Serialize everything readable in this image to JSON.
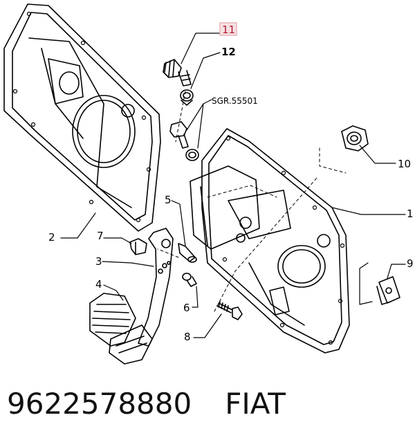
{
  "callouts": {
    "c11": "11",
    "c12": "12",
    "sgr": "SGR.55501",
    "c10": "10",
    "c1": "1",
    "c2": "2",
    "c3": "3",
    "c4": "4",
    "c5": "5",
    "c6": "6",
    "c7": "7",
    "c8": "8",
    "c9": "9"
  },
  "caption": {
    "part_number": "9622578880",
    "brand": "FIAT"
  },
  "colors": {
    "line": "#000000",
    "highlight_box": "#e8b4b8",
    "highlight_text": "#b2182b"
  }
}
